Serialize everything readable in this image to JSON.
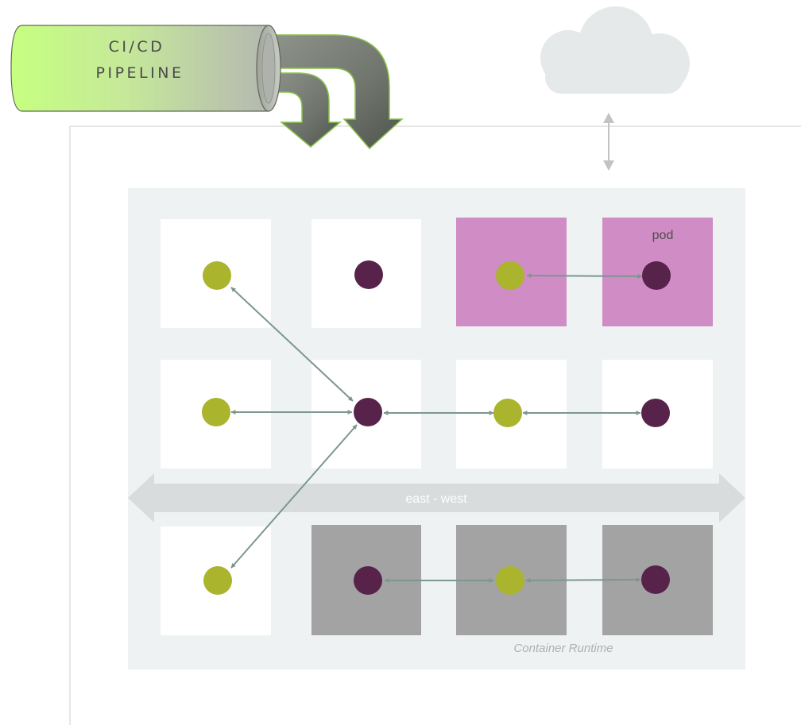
{
  "pipeline": {
    "line1": "CI/CD",
    "line2": "PIPELINE"
  },
  "labels": {
    "pod": "pod",
    "east_west": "east - west",
    "container_runtime": "Container Runtime"
  },
  "colors": {
    "pod_fill": "#d08cc5",
    "runtime_fill": "#a3a3a3",
    "cell_fill": "#ffffff",
    "cluster_fill": "#eef2f2",
    "green_dot": "#aab42c",
    "purple_dot": "#57234a",
    "connector": "#7d9690",
    "east_west_band": "#d8dcdd",
    "pipeline_gradient_start": "#c3ff7c",
    "pipeline_gradient_end": "#b9bdb6",
    "cloud": "#e6e9ea"
  },
  "icons": {
    "cloud": "cloud-icon",
    "pipeline": "pipe-icon",
    "deploy_arrows": "curved-arrow-icon"
  }
}
